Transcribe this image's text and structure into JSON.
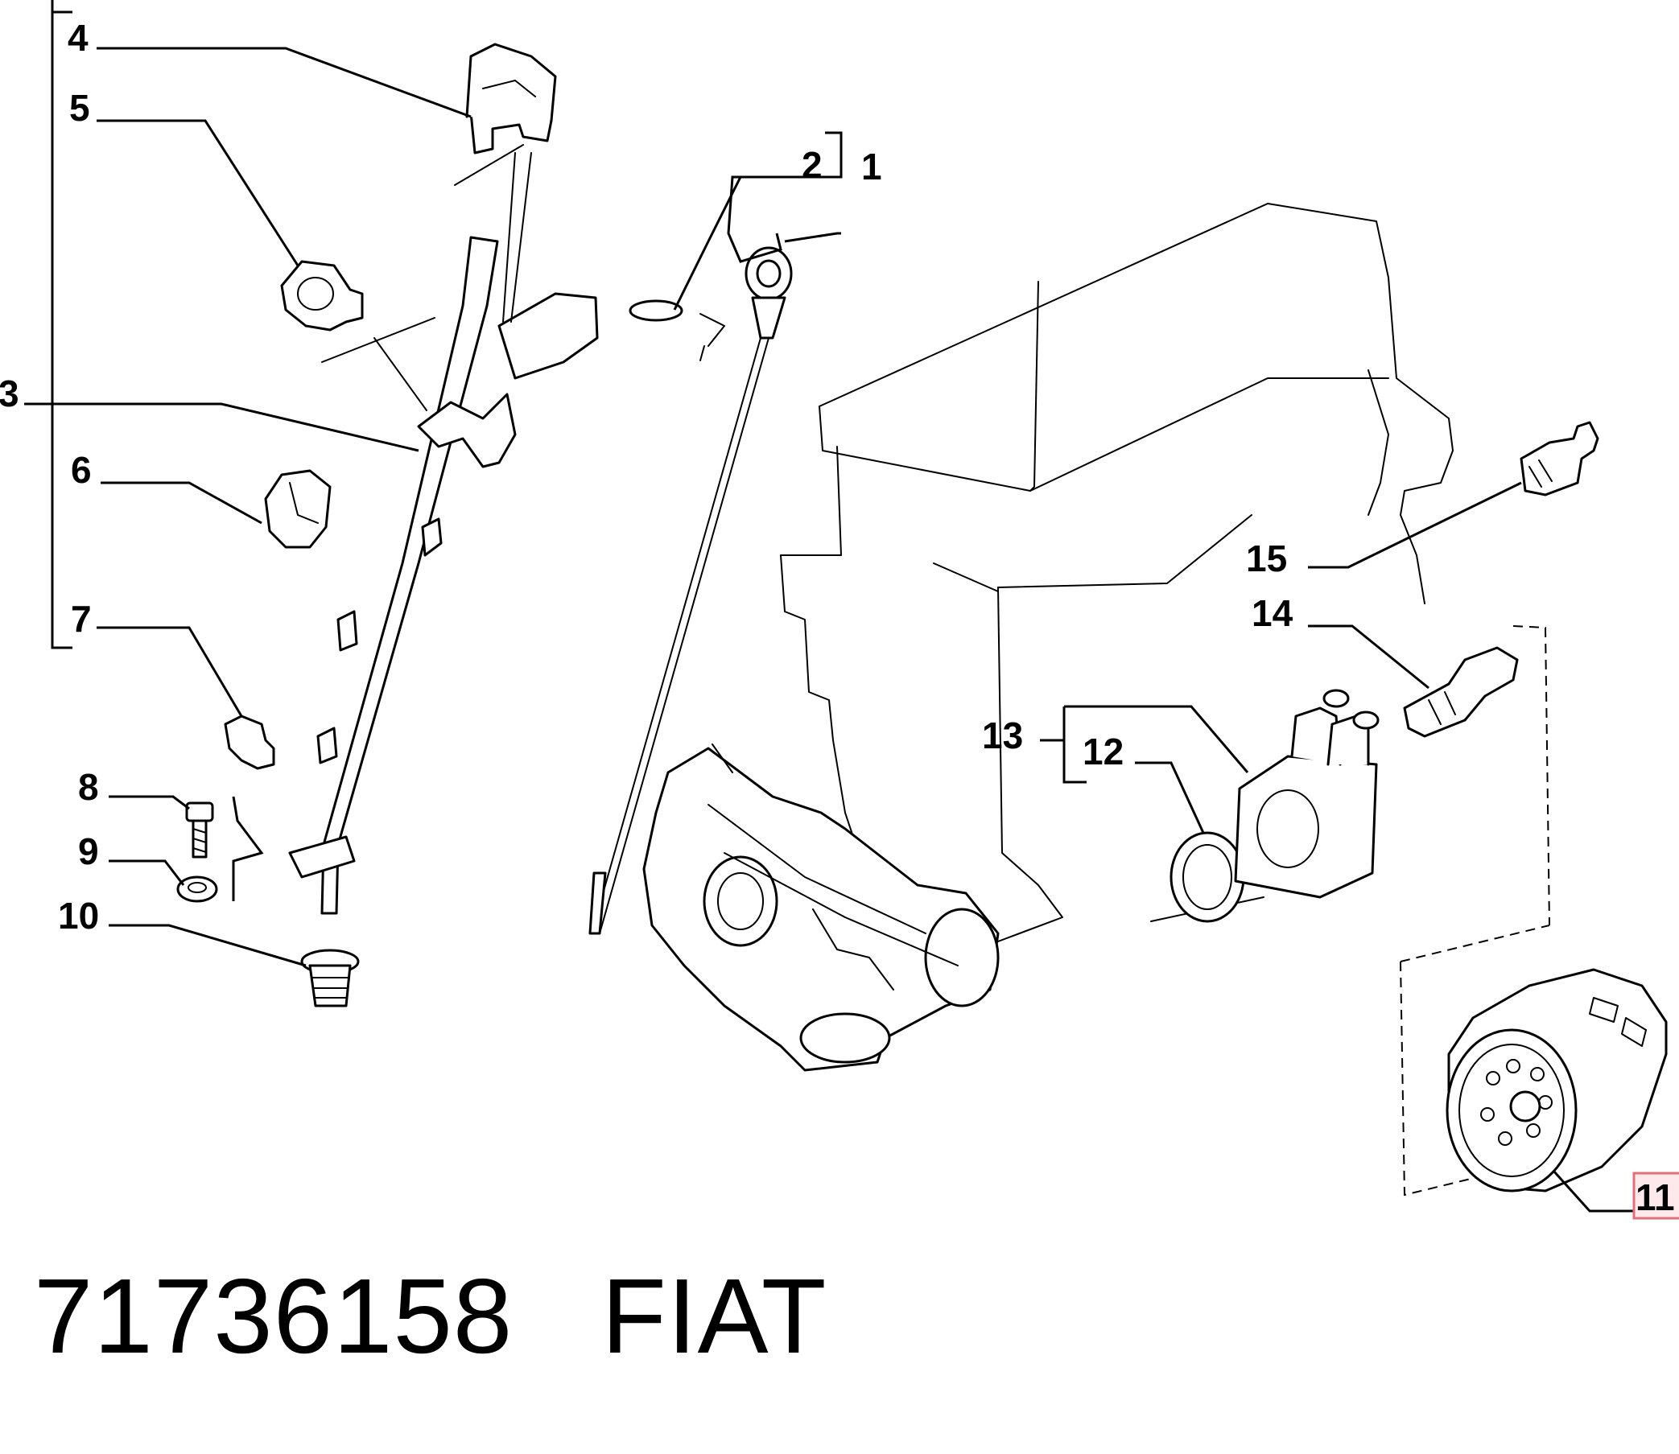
{
  "callouts": [
    "1",
    "2",
    "3",
    "4",
    "5",
    "6",
    "7",
    "8",
    "9",
    "10",
    "11",
    "12",
    "13",
    "14",
    "15"
  ],
  "highlighted_callout": "11",
  "footer": {
    "part_number": "71736158",
    "brand": "FIAT"
  },
  "colors": {
    "line": "#000000",
    "background": "#ffffff",
    "highlight_fill": "#fde8ea",
    "highlight_border": "#e0707c"
  }
}
